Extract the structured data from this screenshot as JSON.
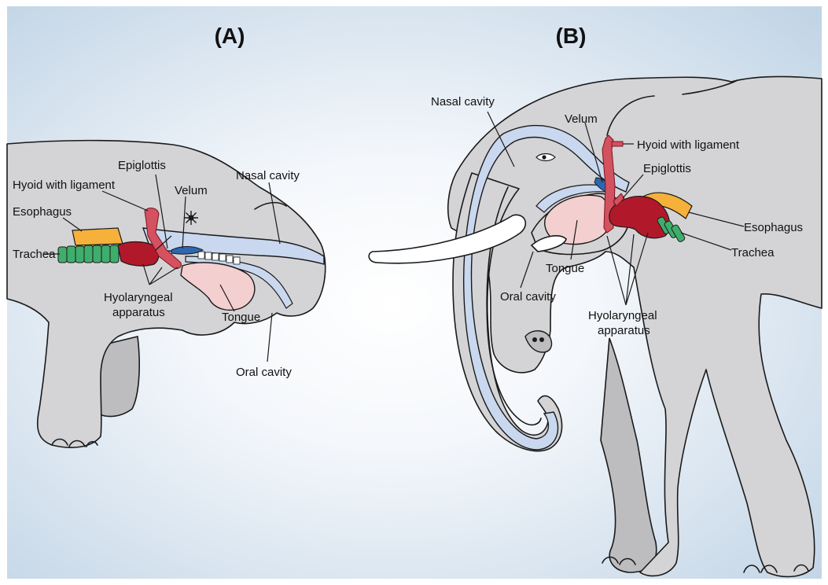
{
  "panels": {
    "a": {
      "title": "(A)",
      "labels": {
        "epiglottis": "Epiglottis",
        "hyoid": "Hyoid with ligament",
        "velum": "Velum",
        "nasal_cavity": "Nasal cavity",
        "esophagus": "Esophagus",
        "trachea": "Trachea",
        "hyolaryngeal_1": "Hyolaryngeal",
        "hyolaryngeal_2": "apparatus",
        "tongue": "Tongue",
        "oral_cavity": "Oral cavity"
      }
    },
    "b": {
      "title": "(B)",
      "labels": {
        "nasal_cavity": "Nasal cavity",
        "velum": "Velum",
        "hyoid": "Hyoid with ligament",
        "epiglottis": "Epiglottis",
        "esophagus": "Esophagus",
        "trachea": "Trachea",
        "tongue": "Tongue",
        "oral_cavity": "Oral cavity",
        "hyolaryngeal_1": "Hyolaryngeal",
        "hyolaryngeal_2": "apparatus"
      }
    }
  },
  "colors": {
    "body": "#d4d4d6",
    "nasal_and_oral_cavity": "#c9d8ee",
    "tongue": "#f3cfd0",
    "esophagus": "#f5b13a",
    "trachea": "#3fae6c",
    "hyoid": "#d4515f",
    "larynx": "#b1192b",
    "velum": "#2f66b0",
    "tusk": "#ffffff"
  }
}
